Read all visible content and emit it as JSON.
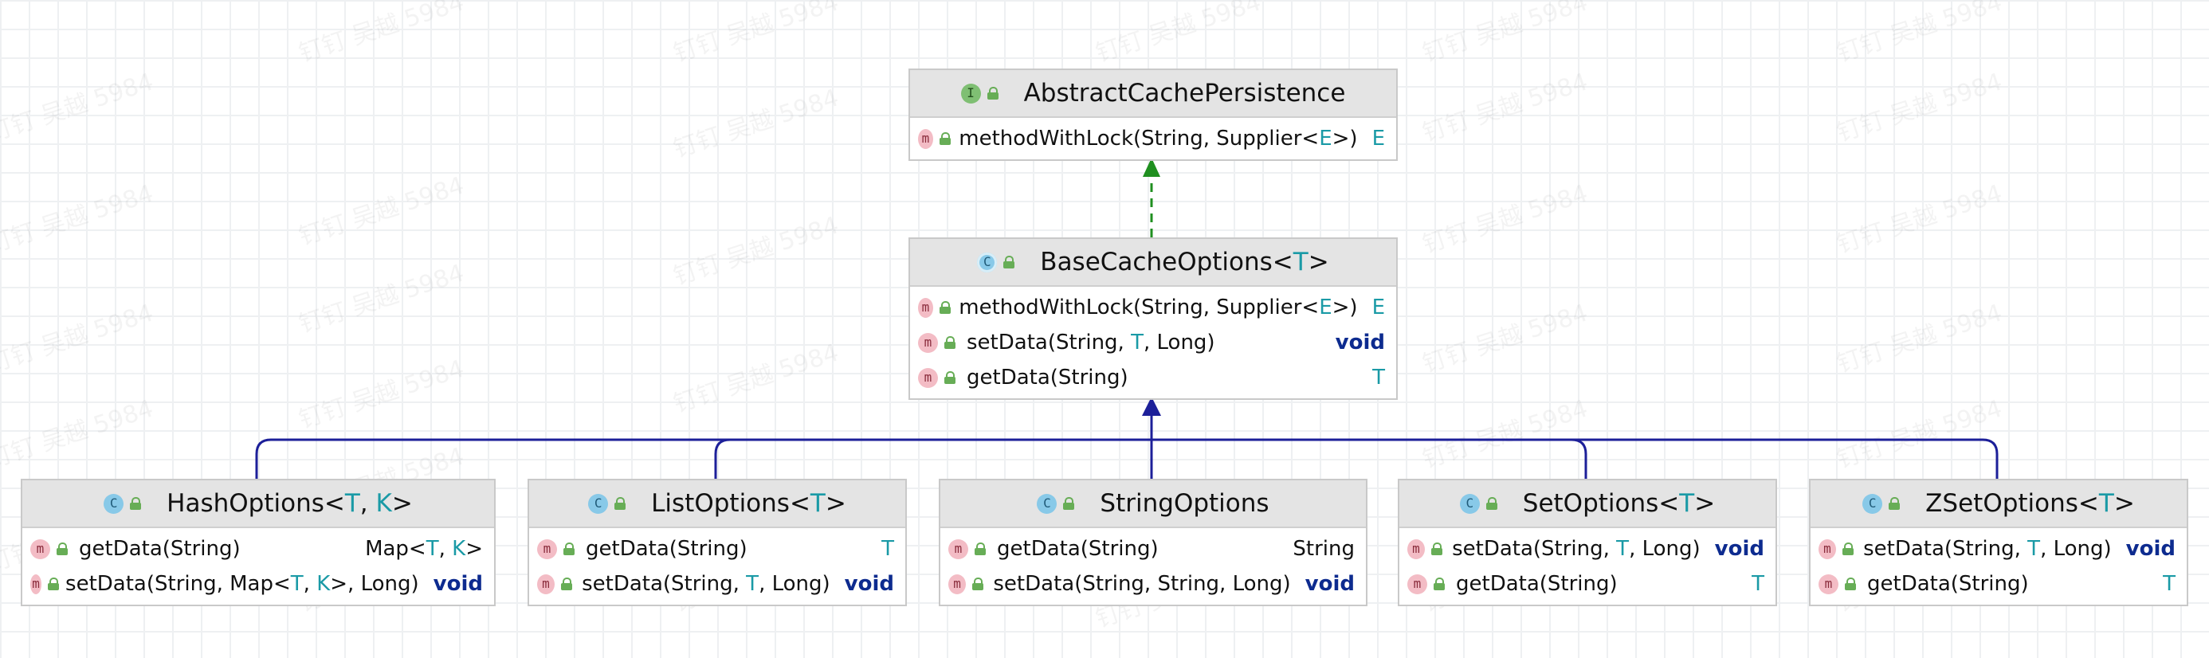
{
  "watermark_text": "钉钉 吴越 5984",
  "classes": {
    "abstract_cache_persistence": {
      "title": "AbstractCachePersistence",
      "kind_icon": "interface-icon",
      "members": [
        {
          "sig": [
            "methodWithLock(String, Supplier<",
            {
              "t": "E"
            },
            ">)"
          ],
          "ret": [
            {
              "t": "E"
            }
          ]
        }
      ]
    },
    "base_cache_options": {
      "title": [
        "BaseCacheOptions<",
        {
          "t": "T"
        },
        ">"
      ],
      "kind_icon": "abstract-class-icon",
      "members": [
        {
          "sig": [
            "methodWithLock(String, Supplier<",
            {
              "t": "E"
            },
            ">)"
          ],
          "ret": [
            {
              "t": "E"
            }
          ]
        },
        {
          "sig": [
            "setData(String, ",
            {
              "t": "T"
            },
            ", Long)"
          ],
          "ret": [
            {
              "v": "void"
            }
          ]
        },
        {
          "sig": [
            "getData(String)"
          ],
          "ret": [
            {
              "t": "T"
            }
          ]
        }
      ]
    },
    "hash_options": {
      "title": [
        "HashOptions<",
        {
          "t": "T"
        },
        ", ",
        {
          "t": "K"
        },
        ">"
      ],
      "kind_icon": "class-icon",
      "members": [
        {
          "sig": [
            "getData(String)"
          ],
          "ret": [
            "Map<",
            {
              "t": "T"
            },
            ", ",
            {
              "t": "K"
            },
            ">"
          ]
        },
        {
          "sig": [
            "setData(String, Map<",
            {
              "t": "T"
            },
            ", ",
            {
              "t": "K"
            },
            ">, Long)"
          ],
          "ret": [
            {
              "v": "void"
            }
          ]
        }
      ]
    },
    "list_options": {
      "title": [
        "ListOptions<",
        {
          "t": "T"
        },
        ">"
      ],
      "kind_icon": "class-icon",
      "members": [
        {
          "sig": [
            "getData(String)"
          ],
          "ret": [
            {
              "t": "T"
            }
          ]
        },
        {
          "sig": [
            "setData(String, ",
            {
              "t": "T"
            },
            ", Long)"
          ],
          "ret": [
            {
              "v": "void"
            }
          ]
        }
      ]
    },
    "string_options": {
      "title": "StringOptions",
      "kind_icon": "class-icon",
      "members": [
        {
          "sig": [
            "getData(String)"
          ],
          "ret": [
            "String"
          ]
        },
        {
          "sig": [
            "setData(String, String, Long)"
          ],
          "ret": [
            {
              "v": "void"
            }
          ]
        }
      ]
    },
    "set_options": {
      "title": [
        "SetOptions<",
        {
          "t": "T"
        },
        ">"
      ],
      "kind_icon": "class-icon",
      "members": [
        {
          "sig": [
            "setData(String, ",
            {
              "t": "T"
            },
            ", Long)"
          ],
          "ret": [
            {
              "v": "void"
            }
          ]
        },
        {
          "sig": [
            "getData(String)"
          ],
          "ret": [
            {
              "t": "T"
            }
          ]
        }
      ]
    },
    "zset_options": {
      "title": [
        "ZSetOptions<",
        {
          "t": "T"
        },
        ">"
      ],
      "kind_icon": "class-icon",
      "members": [
        {
          "sig": [
            "setData(String, ",
            {
              "t": "T"
            },
            ", Long)"
          ],
          "ret": [
            {
              "v": "void"
            }
          ]
        },
        {
          "sig": [
            "getData(String)"
          ],
          "ret": [
            {
              "t": "T"
            }
          ]
        }
      ]
    }
  },
  "relations": [
    {
      "from": "base_cache_options",
      "to": "abstract_cache_persistence",
      "type": "implements",
      "color": "#1f8f1f"
    },
    {
      "from": "hash_options",
      "to": "base_cache_options",
      "type": "extends",
      "color": "#1c1f99"
    },
    {
      "from": "list_options",
      "to": "base_cache_options",
      "type": "extends",
      "color": "#1c1f99"
    },
    {
      "from": "string_options",
      "to": "base_cache_options",
      "type": "extends",
      "color": "#1c1f99"
    },
    {
      "from": "set_options",
      "to": "base_cache_options",
      "type": "extends",
      "color": "#1c1f99"
    },
    {
      "from": "zset_options",
      "to": "base_cache_options",
      "type": "extends",
      "color": "#1c1f99"
    }
  ],
  "colors": {
    "type_param": "#1a9aa6",
    "void_keyword": "#0d2b8f",
    "header_bg": "#e4e4e4",
    "extends_line": "#1c1f99",
    "implements_line": "#1f8f1f"
  }
}
